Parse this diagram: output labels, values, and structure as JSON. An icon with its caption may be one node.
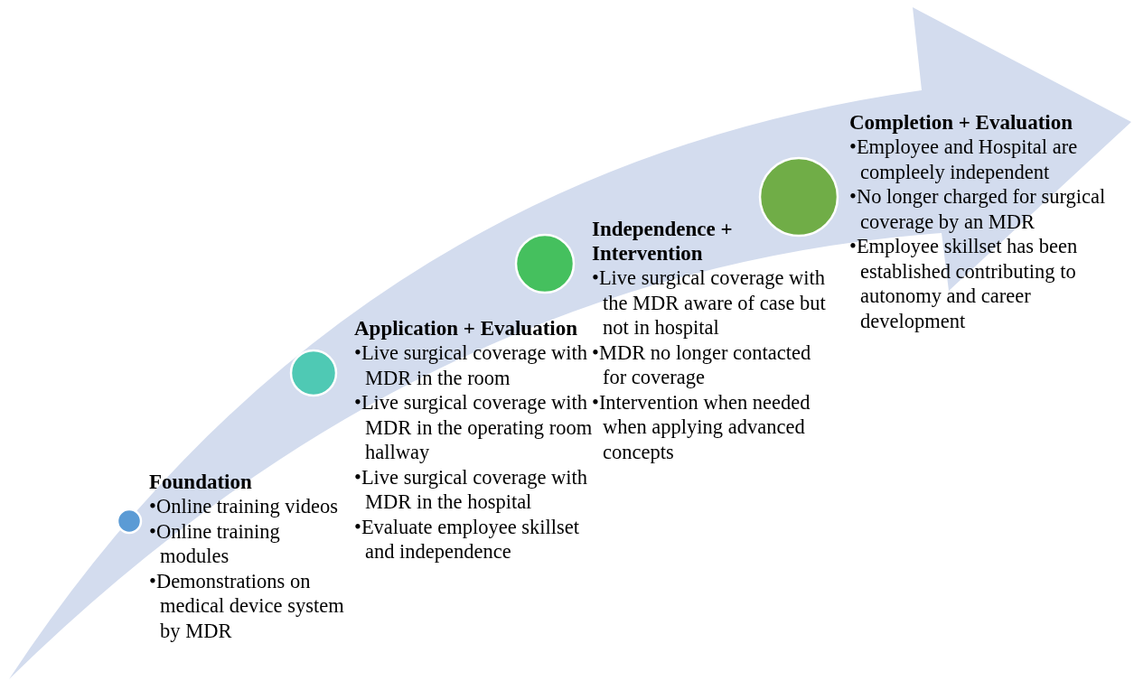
{
  "diagram": {
    "nodes": [
      {
        "text": [],
        "shape": "circle"
      },
      {
        "text": [
          "Foundation",
          "•Online training videos",
          "•Online training modules",
          "•Demonstrations on medical device system by MDR"
        ]
      },
      {
        "text": [],
        "shape": "circle"
      },
      {
        "text": [
          "Application + Evaluation",
          "•Live surgical coverage with MDR in the room",
          "•Live surgical coverage with MDR in the operating room hallway",
          "•Live surgical coverage with MDR in the hospital",
          "•Evaluate employee skillset and independence"
        ]
      },
      {
        "text": [],
        "shape": "circle"
      },
      {
        "text": [
          "Independence + Intervention",
          "•Live surgical coverage with the MDR aware of case but not in hospital",
          "•MDR no longer contacted for coverage",
          "•Intervention when needed when applying advanced concepts"
        ]
      },
      {
        "text": [],
        "shape": "circle"
      },
      {
        "text": [
          "Completion + Evaluation",
          "•Employee and Hospital are compleely independent",
          "•No longer charged for surgical coverage by an MDR",
          "•Employee skillset has been established contributing to autonomy and career development"
        ]
      }
    ],
    "edges": []
  }
}
